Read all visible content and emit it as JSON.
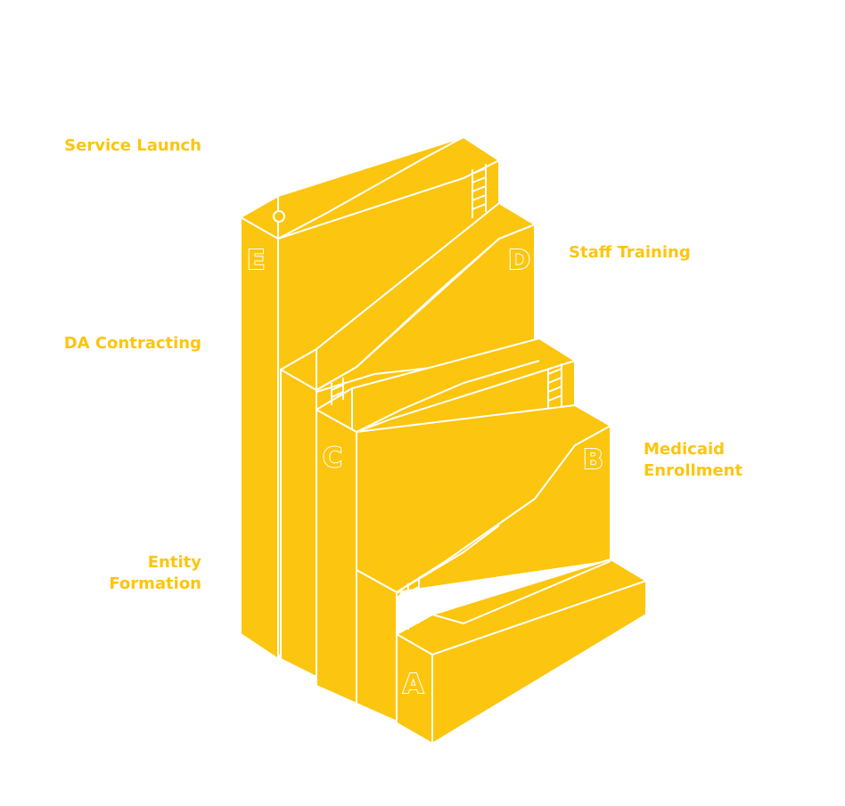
{
  "colors": {
    "block_fill": "#fcc50f",
    "edge": "#ffffff",
    "label": "#fcc50f",
    "faint_text": "#f4f4f4",
    "background": "#ffffff"
  },
  "steps": [
    {
      "letter": "A",
      "label_line1": "Entity",
      "label_line2": "Formation"
    },
    {
      "letter": "B",
      "label_line1": "Medicaid",
      "label_line2": "Enrollment"
    },
    {
      "letter": "C",
      "label_line1": "DA Contracting",
      "label_line2": ""
    },
    {
      "letter": "D",
      "label_line1": "Staff Training",
      "label_line2": ""
    },
    {
      "letter": "E",
      "label_line1": "Service Launch",
      "label_line2": ""
    }
  ]
}
